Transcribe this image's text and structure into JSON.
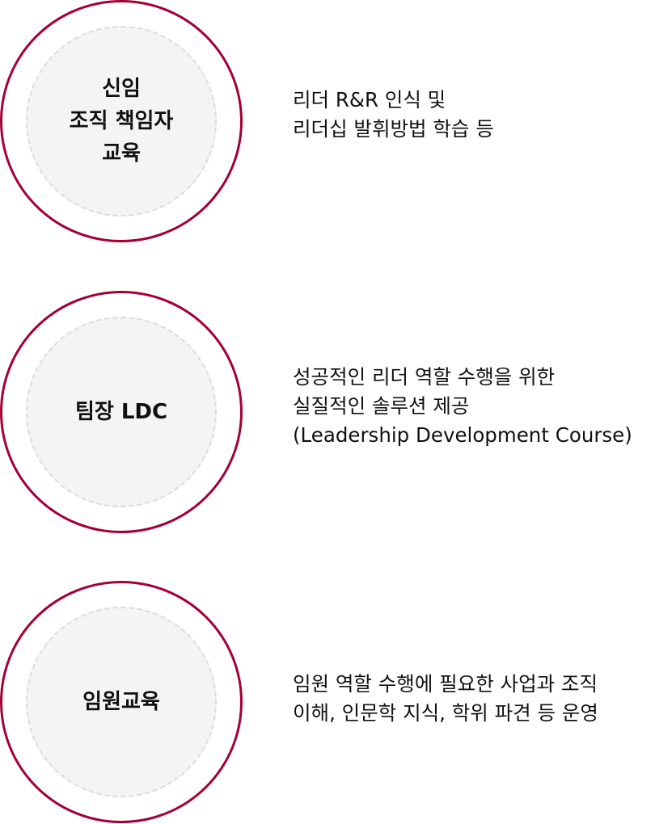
{
  "programs": [
    {
      "circle_lines": [
        "신임",
        "조직 책임자",
        "교육"
      ],
      "description_lines": [
        "리더 R&R 인식 및",
        "리더십 발휘방법 학습 등"
      ]
    },
    {
      "circle_lines": [
        "팀장 LDC"
      ],
      "description_lines": [
        "성공적인 리더 역할 수행을 위한",
        "실질적인 솔루션 제공",
        "(Leadership Development Course)"
      ]
    },
    {
      "circle_lines": [
        "임원교육"
      ],
      "description_lines": [
        "임원 역할 수행에 필요한 사업과 조직",
        "이해, 인문학 지식, 학위 파견 등 운영"
      ]
    }
  ],
  "colors": {
    "accent_ring": "#a50034",
    "inner_fill": "#f4f4f4",
    "inner_dash": "#dcdcdc",
    "text": "#111111"
  }
}
